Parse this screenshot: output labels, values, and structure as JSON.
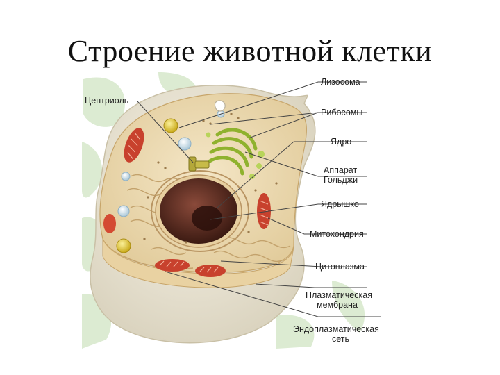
{
  "slide": {
    "title": "Строение животной  клетки"
  },
  "diagram": {
    "labels": {
      "centriole": "Центриоль",
      "lysosome": "Лизосома",
      "ribosomes": "Рибосомы",
      "nucleus": "Ядро",
      "golgi_1": "Аппарат",
      "golgi_2": "Гольджи",
      "nucleolus": "Ядрышко",
      "mitochondrion": "Митохондрия",
      "cytoplasm": "Цитоплазма",
      "membrane_1": "Плазматическая",
      "membrane_2": "мембрана",
      "er_1": "Эндоплазматическая",
      "er_2": "сеть"
    },
    "colors": {
      "background_leaf": "#dcebd2",
      "membrane": "#ece7d6",
      "cytoplasm": "#eddcb6",
      "nucleus": "#5a2e22",
      "mitochondria": "#c8412d",
      "golgi": "#a9c94a",
      "vesicle_yellow": "#e8d238",
      "vesicle_blue": "#cfe3ee"
    }
  }
}
